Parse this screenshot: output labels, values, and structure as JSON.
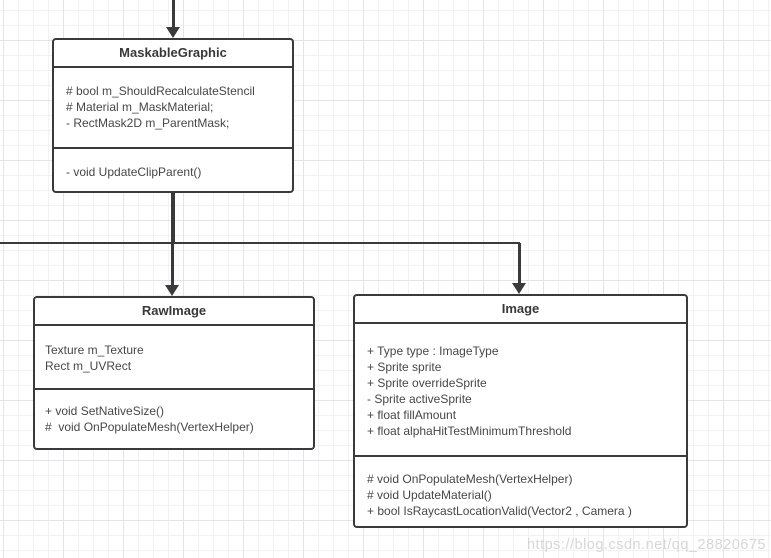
{
  "diagram": {
    "classes": [
      {
        "id": "maskable-graphic",
        "title": "MaskableGraphic",
        "fields": [
          "# bool m_ShouldRecalculateStencil",
          "# Material m_MaskMaterial;",
          "- RectMask2D m_ParentMask;"
        ],
        "methods": [
          "- void UpdateClipParent()"
        ]
      },
      {
        "id": "raw-image",
        "title": "RawImage",
        "fields": [
          "Texture m_Texture",
          "Rect m_UVRect"
        ],
        "methods": [
          "+ void SetNativeSize()",
          "#  void OnPopulateMesh(VertexHelper)"
        ]
      },
      {
        "id": "image",
        "title": "Image",
        "fields": [
          "+ Type type : ImageType",
          "+ Sprite sprite",
          "+ Sprite overrideSprite",
          "- Sprite activeSprite",
          "+ float fillAmount",
          "+ float alphaHitTestMinimumThreshold"
        ],
        "methods": [
          "# void OnPopulateMesh(VertexHelper)",
          "# void UpdateMaterial()",
          "+ bool IsRaycastLocationValid(Vector2 , Camera )"
        ]
      }
    ],
    "relationships": [
      {
        "from": "offscreen-parent-top",
        "to": "maskable-graphic",
        "style": "solid-arrow-down"
      },
      {
        "from": "maskable-graphic",
        "to": "raw-image",
        "style": "solid-arrow-down"
      },
      {
        "from": "maskable-graphic",
        "to": "image",
        "style": "solid-arrow-down"
      },
      {
        "from": "maskable-graphic",
        "to": "offscreen-left",
        "style": "solid-line"
      }
    ],
    "colors": {
      "box_border": "#3a3a3a",
      "box_fill": "#ffffff",
      "text": "#474747",
      "connector": "#3a3a3a",
      "grid_minor": "#f2f2f5",
      "grid_major": "#e4e4e8",
      "background": "#ffffff",
      "watermark_text_color": "#d7d7d7"
    }
  },
  "watermark": {
    "text": "https://blog.csdn.net/qq_28820675"
  }
}
